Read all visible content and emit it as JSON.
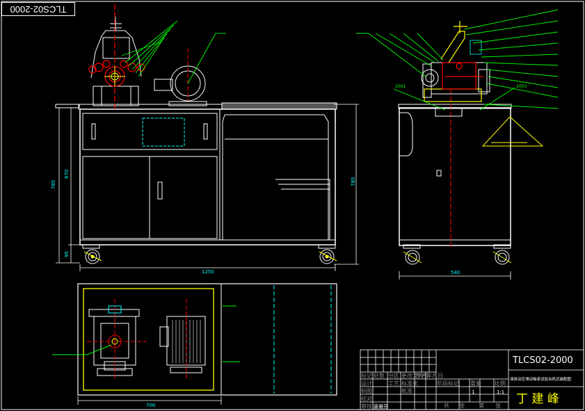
{
  "drawing": {
    "corner_code": "TLCS02-2000",
    "dimensions": {
      "total_height": "785",
      "body_height": "670",
      "wheel_height": "95",
      "width_front": "1250",
      "height_right": "785",
      "width_side": "540",
      "width_plan": "700"
    },
    "callouts": {
      "side_left": "2001",
      "side_right": "2003"
    },
    "title_block": {
      "drawing_number": "TLCS02-2000",
      "title": "液体动压滑动轴承试验台机式装配图",
      "designer_name": "丁 建 峰",
      "sheet_qty": "1",
      "scale": "1:1",
      "rows": [
        [
          "标记",
          "处数",
          "分区",
          "更改文件号",
          "签名",
          "年月日"
        ],
        [
          "设计",
          "",
          "",
          "标准化",
          "",
          ""
        ],
        [
          "制图",
          "",
          "",
          "",
          "",
          ""
        ],
        [
          "校对",
          "",
          "",
          "",
          "",
          ""
        ],
        [
          "审核",
          "",
          "",
          "",
          "",
          ""
        ],
        [
          "工艺",
          "",
          "",
          "批准",
          "",
          ""
        ]
      ],
      "labels": {
        "stage": "阶段标记",
        "weight": "重量",
        "ratio": "比例",
        "total": "共",
        "sheet": "张",
        "page": "第",
        "page_unit": "张",
        "reviewer": "唐雅芬"
      }
    }
  }
}
